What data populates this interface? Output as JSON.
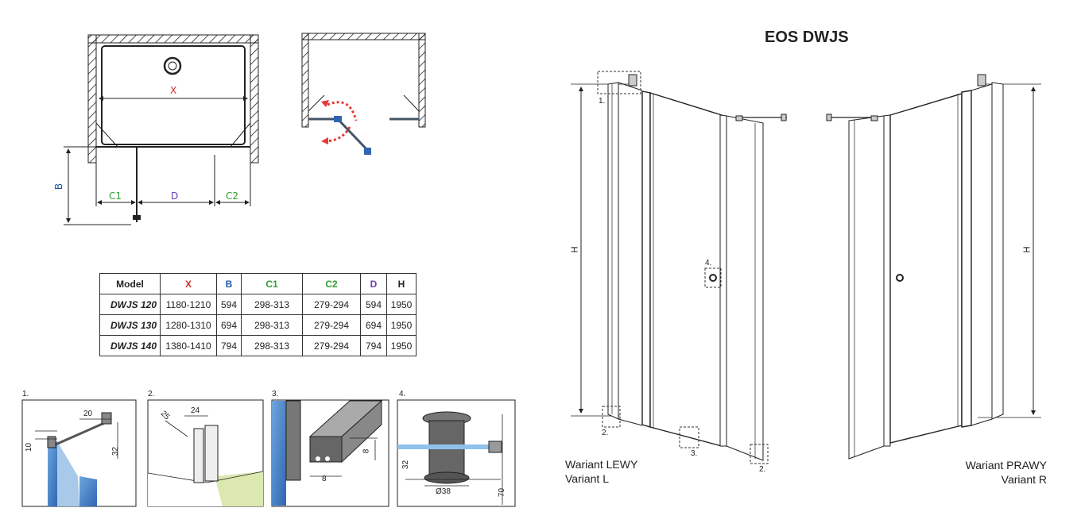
{
  "title": "EOS DWJS",
  "dims": {
    "x": "X",
    "b": "B",
    "c1": "C1",
    "d": "D",
    "c2": "C2",
    "h": "H"
  },
  "colors": {
    "x": "#d32f2f",
    "b": "#1e5aa8",
    "c1": "#2e9e2e",
    "c2": "#2e9e2e",
    "d": "#6a3fb5",
    "accent_arrow": "#e53935"
  },
  "table": {
    "headers": [
      "Model",
      "X",
      "B",
      "C1",
      "C2",
      "D",
      "H"
    ],
    "rows": [
      [
        "DWJS 120",
        "1180-1210",
        "594",
        "298-313",
        "279-294",
        "594",
        "1950"
      ],
      [
        "DWJS 130",
        "1280-1310",
        "694",
        "298-313",
        "279-294",
        "694",
        "1950"
      ],
      [
        "DWJS 140",
        "1380-1410",
        "794",
        "298-313",
        "279-294",
        "794",
        "1950"
      ]
    ]
  },
  "details": [
    {
      "num": "1.",
      "labels": [
        "20",
        "10",
        "32"
      ]
    },
    {
      "num": "2.",
      "labels": [
        "24",
        "25"
      ]
    },
    {
      "num": "3.",
      "labels": [
        "8",
        "8"
      ]
    },
    {
      "num": "4.",
      "labels": [
        "32",
        "Ø38",
        "70"
      ]
    }
  ],
  "callouts": {
    "c1": "1.",
    "c2": "2.",
    "c3": "3.",
    "c4": "4.",
    "c2b": "2."
  },
  "variants": {
    "left": {
      "line1": "Wariant LEWY",
      "line2": "Variant L"
    },
    "right": {
      "line1": "Wariant PRAWY",
      "line2": "Variant R"
    }
  }
}
